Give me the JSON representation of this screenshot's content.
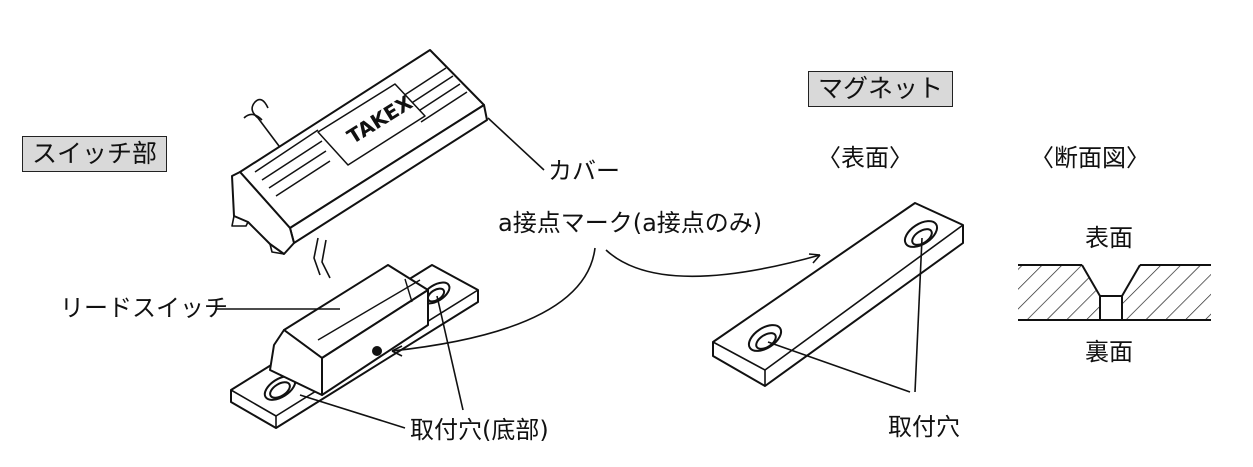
{
  "sections": {
    "switch_part": "スイッチ部",
    "magnet": "マグネット"
  },
  "views": {
    "surface": "〈表面〉",
    "cross_section": "〈断面図〉"
  },
  "labels": {
    "cover": "カバー",
    "a_contact_mark": "a接点マーク(a接点のみ)",
    "reed_switch": "リードスイッチ",
    "mount_hole_bottom": "取付穴(底部)",
    "mount_hole": "取付穴",
    "front_face": "表面",
    "back_face": "裏面"
  },
  "brand": "TAKEX"
}
